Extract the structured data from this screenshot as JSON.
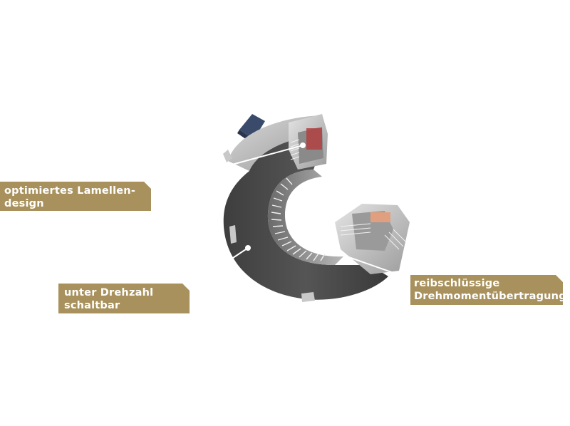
{
  "callouts": [
    {
      "lines": [
        "optimiertes Lamellen-",
        "design"
      ]
    },
    {
      "lines": [
        "unter Drehzahl",
        "schaltbar"
      ]
    },
    {
      "lines": [
        "reibschlüssige",
        "Drehmomentübertragung"
      ]
    }
  ],
  "colors": {
    "callout_background": "#a8915c",
    "callout_text": "#ffffff",
    "housing_dark": "#4a4a4a",
    "housing_light": "#c8c8c8",
    "friction_pad": "#b04040",
    "friction_pad_light": "#e0a080",
    "connector_blue": "#3a4a6a"
  }
}
